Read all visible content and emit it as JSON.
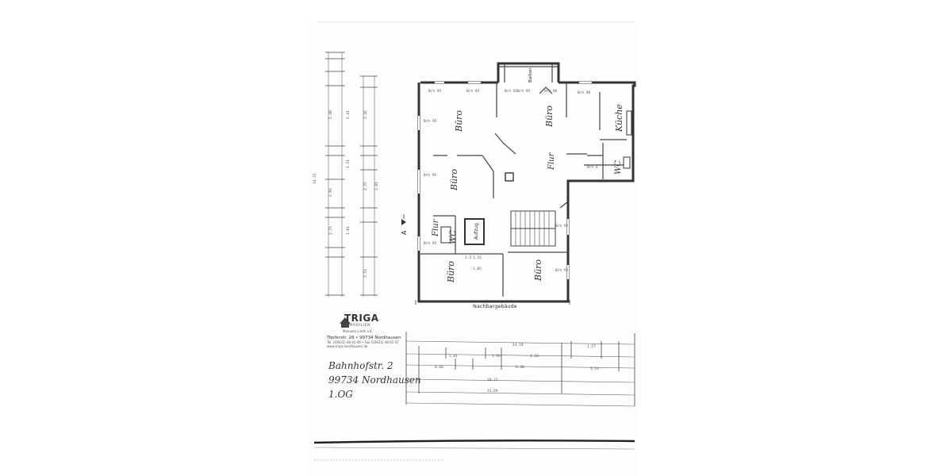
{
  "plan": {
    "rooms": [
      {
        "label": "Büro"
      },
      {
        "label": "Büro"
      },
      {
        "label": "Küche"
      },
      {
        "label": "Büro"
      },
      {
        "label": "Flur"
      },
      {
        "label": "WC"
      },
      {
        "label": "Flur"
      },
      {
        "label": "WC"
      },
      {
        "label": "Büro"
      },
      {
        "label": "Büro"
      }
    ],
    "balcony_label": "Balkon",
    "lift_label": "Aufzug",
    "neighbor_label": "Nachbargebäude",
    "section_marker": "A",
    "left_dimensions": [
      "5.48",
      "5.41",
      "3.26",
      "1.51",
      "2.75",
      "2.91",
      "1.81",
      "2.71",
      "1.81",
      "3.53",
      "14.25"
    ],
    "bottom_dimensions": [
      "14.18",
      "5.81",
      "1.94",
      "4.58",
      "1.57",
      "0.68",
      "6.48",
      "10.23",
      "5.14",
      "15.69"
    ]
  },
  "company": {
    "name": "TRIGA",
    "tagline": "IMMOBILIEN",
    "subline": "Manuela Lindh e.K.",
    "address": "Töpferstr. 28 • 99734 Nordhausen",
    "phone": "Tel. (03631) 46 61 66 • Fax (03631) 46 65 67",
    "web": "www.triga-nordhausen.de"
  },
  "handwritten": {
    "line1": "Bahnhofstr. 2",
    "line2": "99734 Nordhausen",
    "line3": "1.OG"
  },
  "icons": [
    "house-logo-icon",
    "section-arrow-icon"
  ]
}
